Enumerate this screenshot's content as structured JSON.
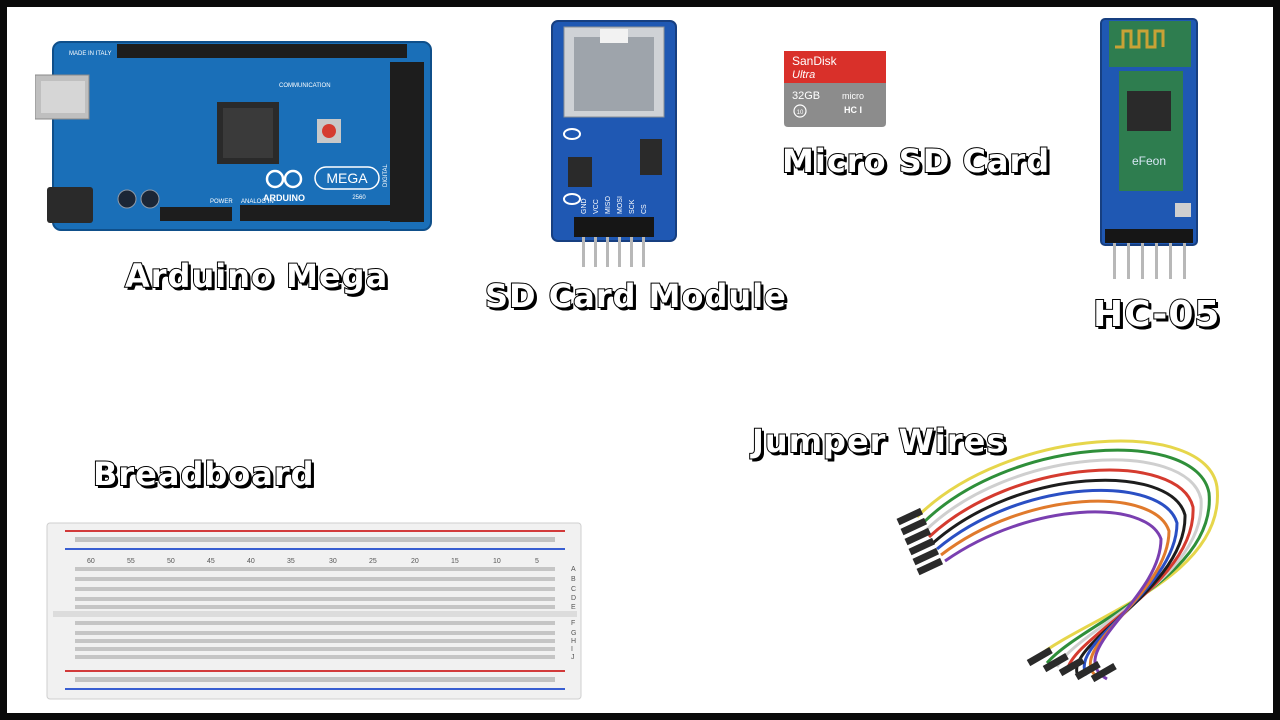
{
  "captions": {
    "arduino_mega": "Arduino Mega",
    "sd_card_module": "SD Card Module",
    "micro_sd_card": "Micro SD Card",
    "hc05": "HC-05",
    "breadboard": "Breadboard",
    "jumper_wires": "Jumper Wires"
  },
  "arduino": {
    "brand": "ARDUINO",
    "model": "MEGA",
    "number": "2560",
    "made_in": "MADE IN ITALY",
    "communication": "COMMUNICATION",
    "power": "POWER",
    "analog_in": "ANALOG IN",
    "digital": "DIGITAL"
  },
  "sd_module": {
    "pins": [
      "GND",
      "VCC",
      "MISO",
      "MOSI",
      "SCK",
      "CS"
    ]
  },
  "micro_sd": {
    "brand": "SanDisk",
    "line": "Ultra",
    "capacity": "32GB",
    "micro": "micro",
    "hc": "HC I",
    "class": "10"
  },
  "hc05_board": {
    "brand": "eFeon"
  },
  "breadboard_board": {
    "columns": [
      "60",
      "55",
      "50",
      "45",
      "40",
      "35",
      "30",
      "25",
      "20",
      "15",
      "10",
      "5"
    ],
    "rows_top": [
      "A",
      "B",
      "C",
      "D",
      "E"
    ],
    "rows_bottom": [
      "F",
      "G",
      "H",
      "I",
      "J"
    ]
  },
  "colors": {
    "arduino_blue": "#1a6fb8",
    "module_blue": "#1f58b3",
    "sandisk_red": "#d9302a",
    "breadboard_rail_red": "#d23a3a",
    "breadboard_rail_blue": "#3a5fd2"
  }
}
